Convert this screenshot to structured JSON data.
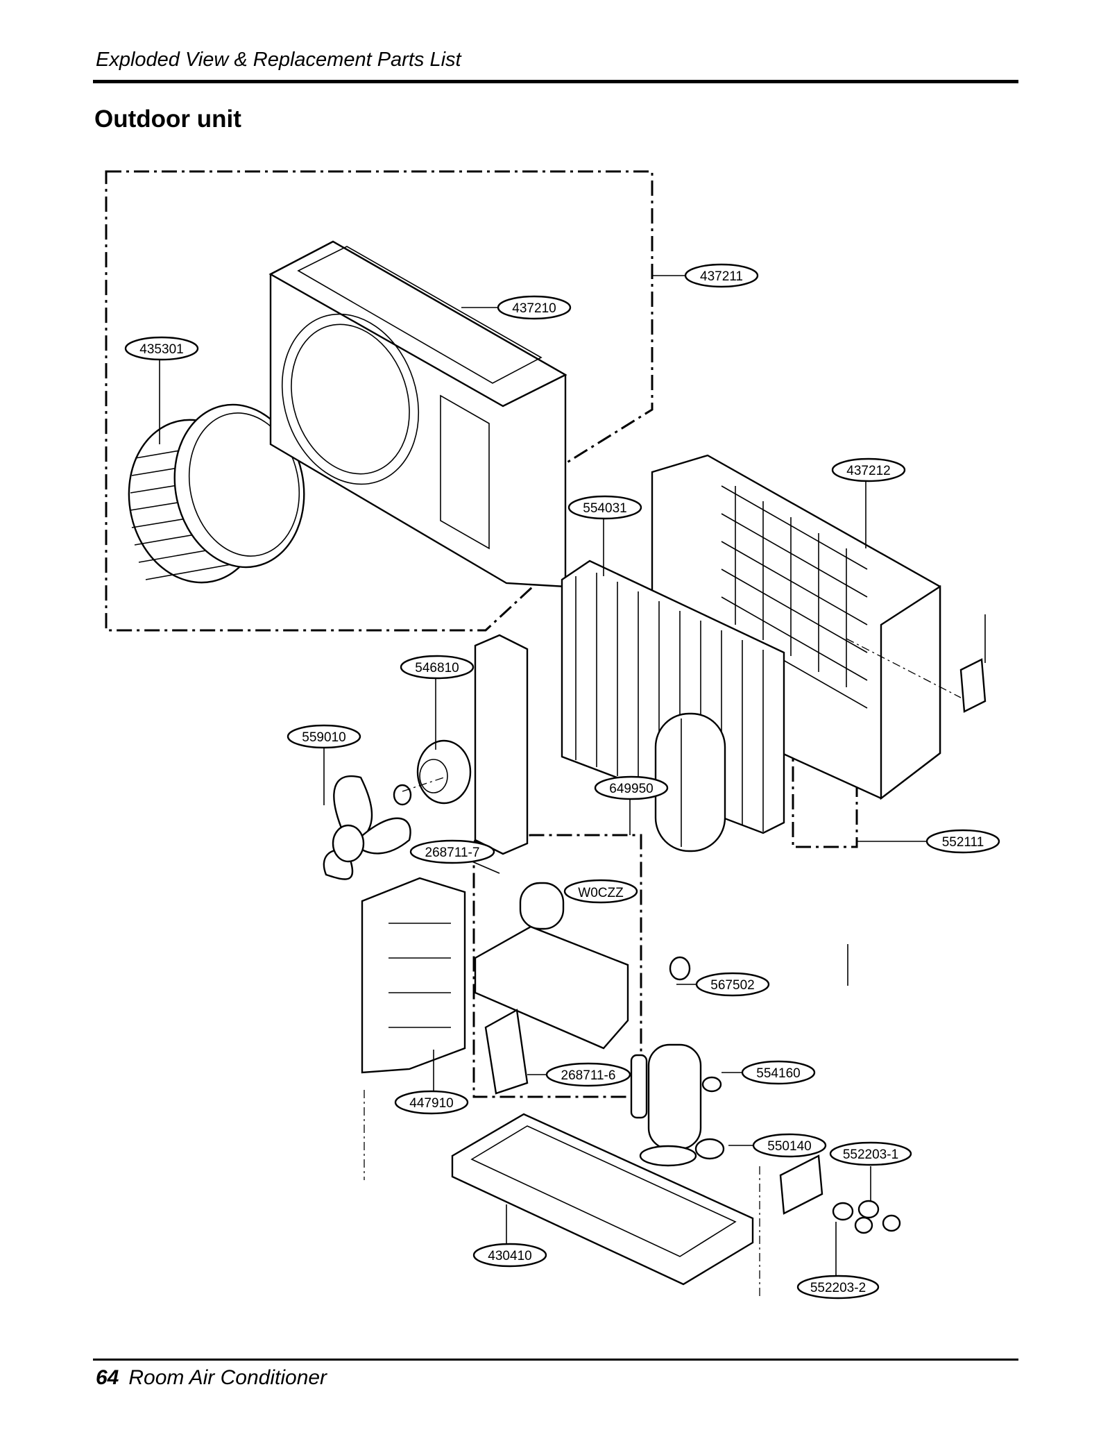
{
  "header": {
    "title": "Exploded View & Replacement Parts List"
  },
  "page_heading": "Outdoor unit",
  "footer": {
    "page_number": "64",
    "doc_title": "Room Air Conditioner"
  },
  "part_labels": [
    "437211",
    "437210",
    "435301",
    "437212",
    "554031",
    "546810",
    "559010",
    "649950",
    "268711-7",
    "W0CZZ",
    "552111",
    "567502",
    "554160",
    "268711-6",
    "447910",
    "550140",
    "552203-1",
    "430410",
    "552203-2"
  ]
}
